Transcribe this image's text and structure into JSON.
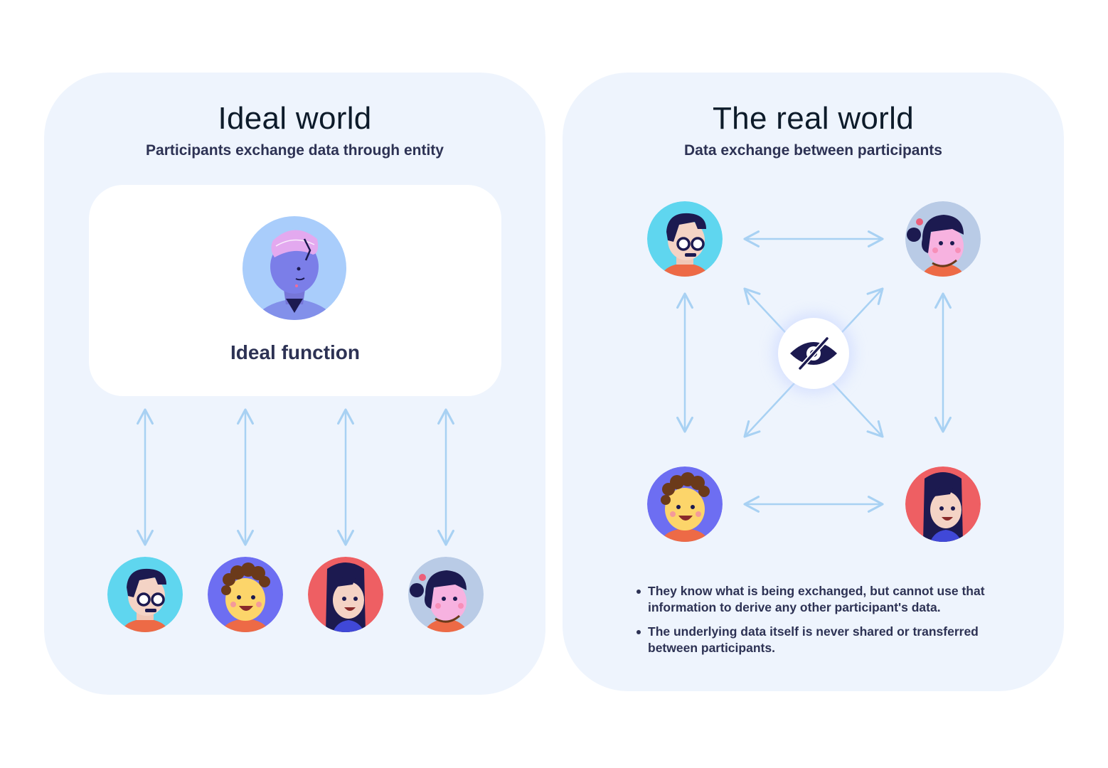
{
  "left_panel": {
    "title": "Ideal world",
    "subtitle": "Participants exchange data through entity",
    "ideal_box_label": "Ideal function"
  },
  "right_panel": {
    "title": "The real world",
    "subtitle": "Data exchange between participants",
    "center_icon": "eye-slash-icon",
    "bullets": [
      "They know what is being exchanged, but cannot use that information to derive any other participant's data.",
      "The underlying data itself is never shared or transferred between participants."
    ]
  },
  "colors": {
    "panel_bg": "#eef4fd",
    "arrow": "#a8d1f3",
    "title": "#0d1b2a",
    "subtitle": "#2d3254",
    "avatar_cyan": "#5fd6ef",
    "avatar_purple": "#6d6ef2",
    "avatar_red": "#ee5f63",
    "avatar_grey": "#b9cbe6",
    "avatar_lightblue": "#a9cdfb"
  }
}
